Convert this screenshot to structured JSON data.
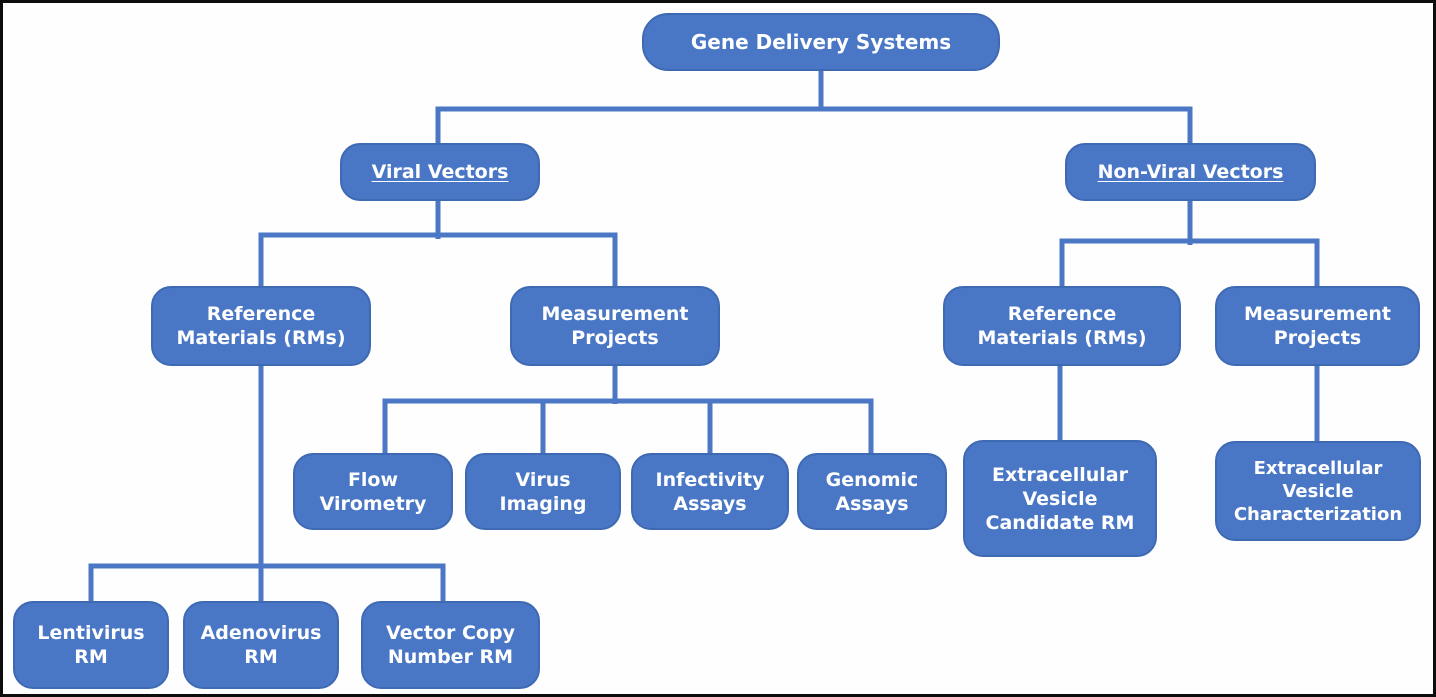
{
  "diagram": {
    "type": "org-chart",
    "title": "Gene Delivery Systems",
    "colors": {
      "node_fill": "#4a77c5",
      "node_border": "#3e69b3",
      "connector": "#4b77c4",
      "text": "#ffffff",
      "page_border": "#0d0d0d",
      "background": "#fefefe"
    },
    "nodes": {
      "root": {
        "label": "Gene Delivery Systems",
        "underlined": false
      },
      "viral": {
        "label": "Viral Vectors",
        "underlined": true
      },
      "nonviral": {
        "label": "Non-Viral Vectors",
        "underlined": true
      },
      "viral_rm": {
        "label": "Reference\nMaterials (RMs)",
        "underlined": false
      },
      "viral_mp": {
        "label": "Measurement\nProjects",
        "underlined": false
      },
      "flow": {
        "label": "Flow\nVirometry",
        "underlined": false
      },
      "virus_img": {
        "label": "Virus\nImaging",
        "underlined": false
      },
      "infectivity": {
        "label": "Infectivity\nAssays",
        "underlined": false
      },
      "genomic": {
        "label": "Genomic\nAssays",
        "underlined": false
      },
      "lentivirus": {
        "label": "Lentivirus\nRM",
        "underlined": false
      },
      "adenovirus": {
        "label": "Adenovirus\nRM",
        "underlined": false
      },
      "vcn": {
        "label": "Vector Copy\nNumber RM",
        "underlined": false
      },
      "nonviral_rm": {
        "label": "Reference\nMaterials (RMs)",
        "underlined": false
      },
      "nonviral_mp": {
        "label": "Measurement\nProjects",
        "underlined": false
      },
      "ev_cand": {
        "label": "Extracellular\nVesicle\nCandidate RM",
        "underlined": false
      },
      "ev_char": {
        "label": "Extracellular\nVesicle\nCharacterization",
        "underlined": false
      }
    },
    "edges": [
      [
        "root",
        "viral"
      ],
      [
        "root",
        "nonviral"
      ],
      [
        "viral",
        "viral_rm"
      ],
      [
        "viral",
        "viral_mp"
      ],
      [
        "viral_rm",
        "lentivirus"
      ],
      [
        "viral_rm",
        "adenovirus"
      ],
      [
        "viral_rm",
        "vcn"
      ],
      [
        "viral_mp",
        "flow"
      ],
      [
        "viral_mp",
        "virus_img"
      ],
      [
        "viral_mp",
        "infectivity"
      ],
      [
        "viral_mp",
        "genomic"
      ],
      [
        "nonviral",
        "nonviral_rm"
      ],
      [
        "nonviral",
        "nonviral_mp"
      ],
      [
        "nonviral_rm",
        "ev_cand"
      ],
      [
        "nonviral_mp",
        "ev_char"
      ]
    ]
  }
}
